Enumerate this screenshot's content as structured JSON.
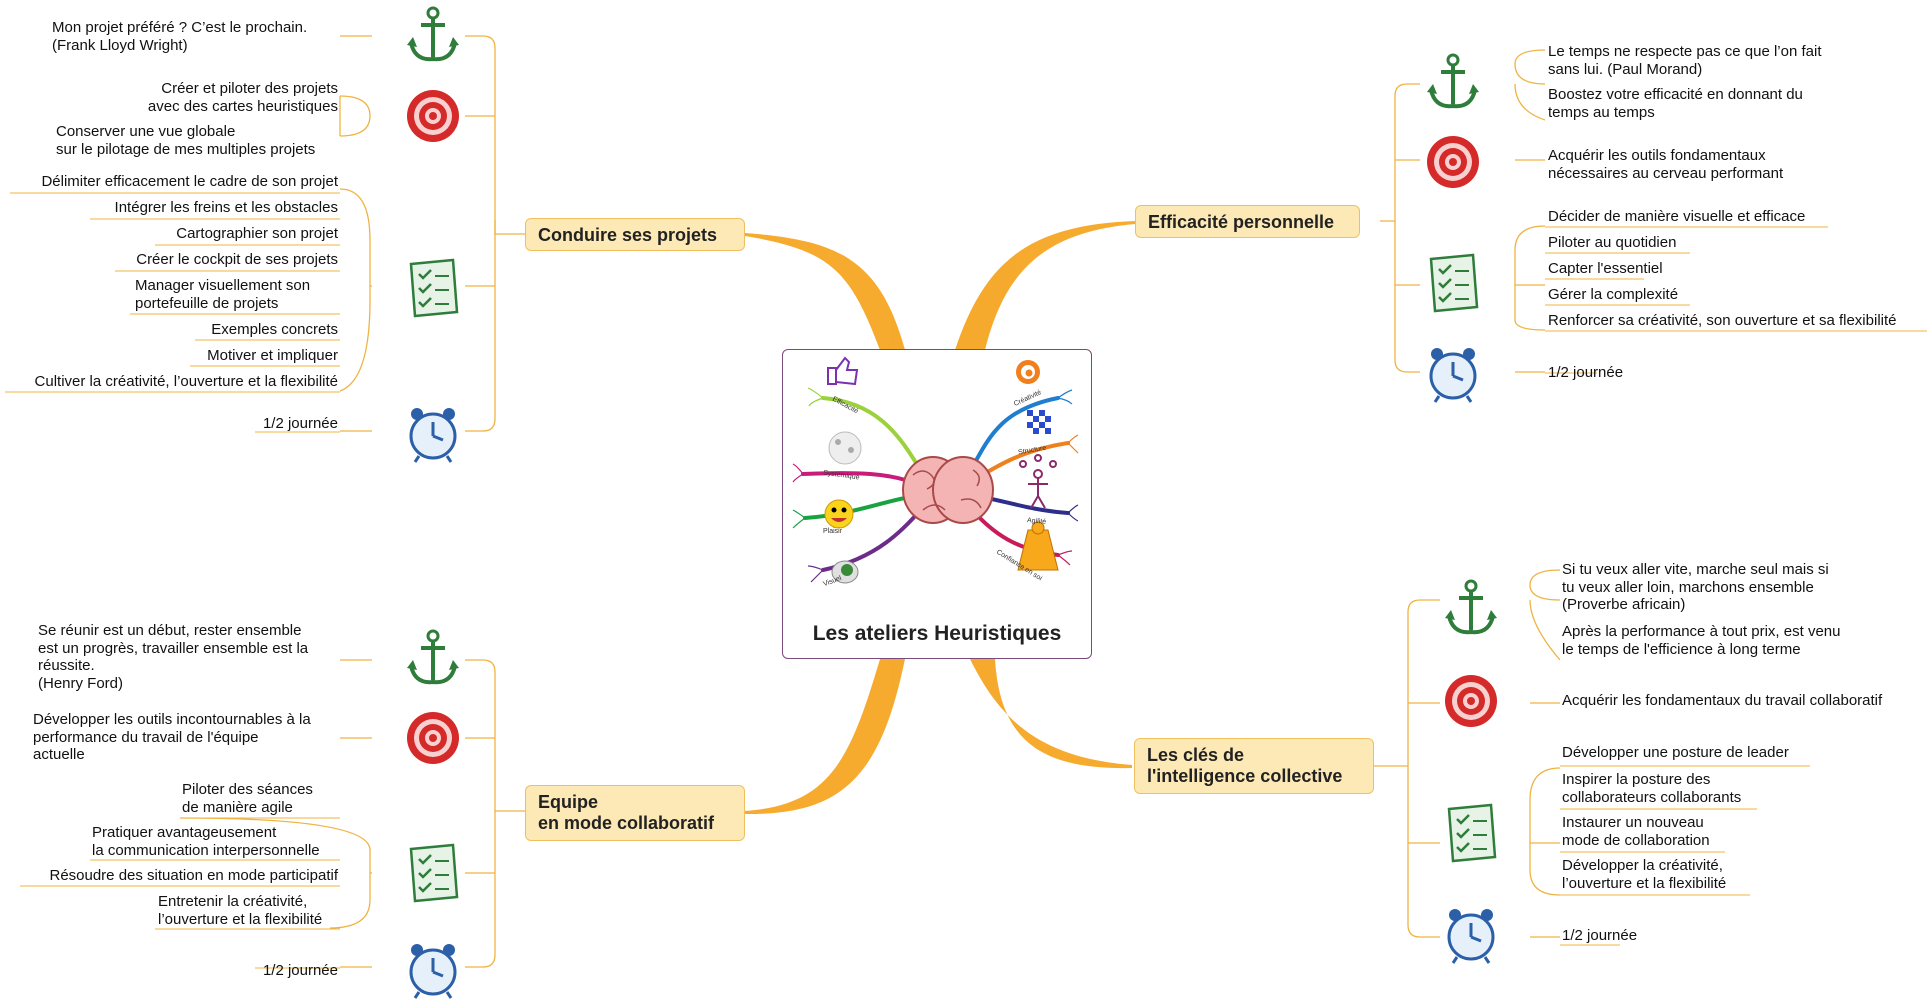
{
  "center": {
    "title": "Les ateliers Heuristiques",
    "mini_labels": [
      "Efficacité",
      "Systémique",
      "Plaisir",
      "Visuel",
      "Créativité",
      "Structure",
      "Agilité",
      "Confiance en soi"
    ]
  },
  "colors": {
    "branch": "#f5a623",
    "connector": "#f0b341",
    "topic_fill": "#fde9b6"
  },
  "branches": [
    {
      "title": "Conduire ses projets",
      "quote_icon": "anchor-icon",
      "quote": "Mon projet préféré ? C’est le prochain.\n(Frank Lloyd Wright)",
      "goals": [
        "Créer et piloter des projets\navec des cartes heuristiques",
        "Conserver une vue globale\nsur le pilotage de mes multiples projets"
      ],
      "program": [
        "Délimiter efficacement le cadre de son  projet",
        "Intégrer les freins et les obstacles",
        "Cartographier son projet",
        "Créer le cockpit de ses projets",
        "Manager visuellement son\nportefeuille de projets",
        "Exemples concrets",
        "Motiver et impliquer",
        "Cultiver la créativité, l’ouverture et la flexibilité"
      ],
      "duration": "1/2 journée"
    },
    {
      "title": "Efficacité personnelle",
      "quotes": [
        "Le temps ne respecte pas ce que l’on fait\nsans lui. (Paul Morand)",
        "Boostez votre efficacité en donnant du\ntemps au temps"
      ],
      "goals": [
        "Acquérir les outils fondamentaux\nnécessaires au cerveau performant"
      ],
      "program": [
        "Décider de manière visuelle et efficace",
        "Piloter au quotidien",
        "Capter l'essentiel",
        "Gérer la complexité",
        "Renforcer sa créativité, son ouverture et sa flexibilité"
      ],
      "duration": "1/2 journée"
    },
    {
      "title": "Equipe\nen mode collaboratif",
      "quote": "Se réunir est un début, rester ensemble\nest un progrès, travailler ensemble est la\nréussite.\n(Henry Ford)",
      "goals": [
        "Développer les outils incontournables à la\nperformance du travail de l'équipe\nactuelle"
      ],
      "program": [
        "Piloter des séances\nde manière agile",
        "Pratiquer avantageusement\nla communication interpersonnelle",
        "Résoudre des situation en mode participatif",
        "Entretenir la créativité,\nl’ouverture et la flexibilité"
      ],
      "duration": "1/2 journée"
    },
    {
      "title": "Les clés de\nl'intelligence collective",
      "quotes": [
        "Si tu veux aller vite, marche seul mais si\ntu veux aller loin, marchons ensemble\n(Proverbe africain)",
        "Après la performance à tout prix, est venu\nle temps de l'efficience à long terme"
      ],
      "goals": [
        "Acquérir les fondamentaux du travail collaboratif"
      ],
      "program": [
        "Développer une posture de leader",
        "Inspirer la posture des\ncollaborateurs collaborants",
        "Instaurer un nouveau\nmode de collaboration",
        "Développer la créativité,\nl’ouverture et la flexibilité"
      ],
      "duration": "1/2 journée"
    }
  ]
}
